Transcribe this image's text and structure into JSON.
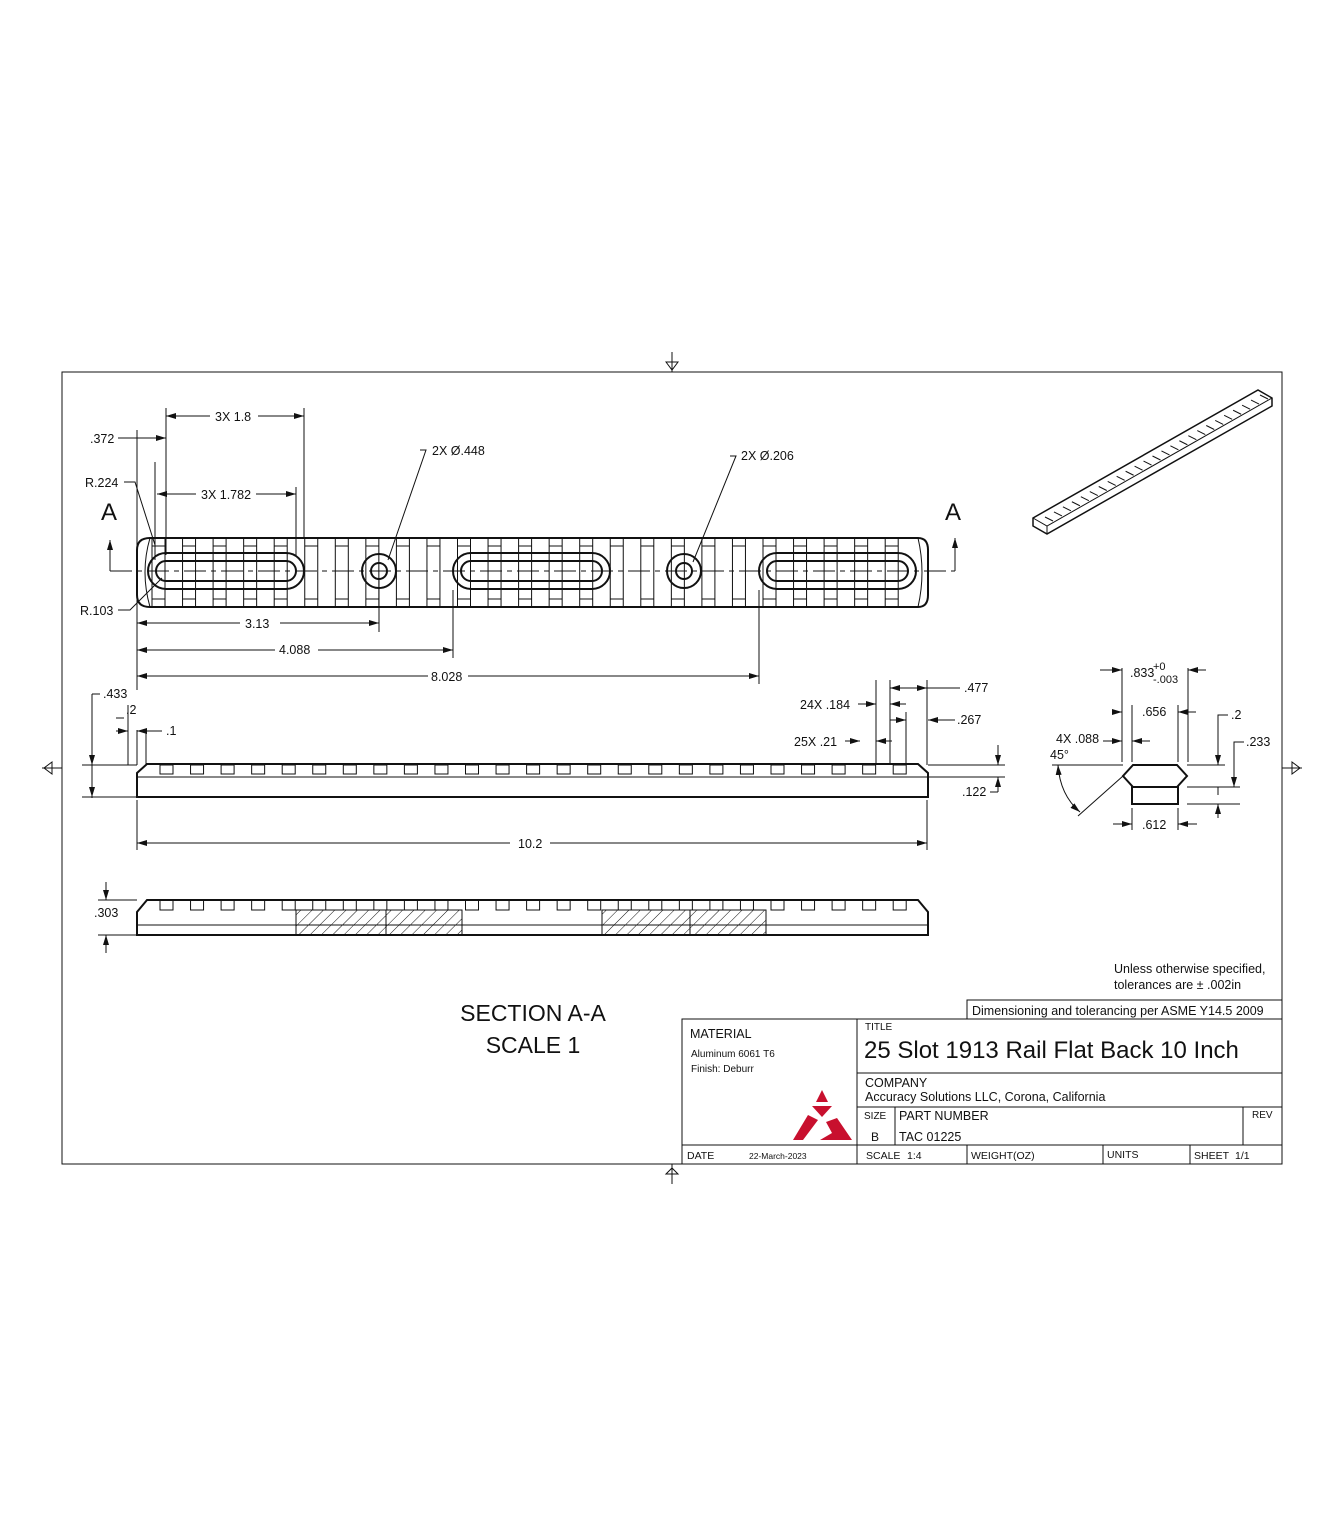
{
  "drawing": {
    "section_markers": {
      "left": "A",
      "right": "A"
    },
    "plan_view": {
      "pitch": "3X 1.8",
      "end_offset": ".372",
      "outer_radius": "R.224",
      "slot_length": "3X 1.782",
      "counterbore": "2X Ø.448",
      "through_hole": "2X Ø.206",
      "inner_radius": "R.103",
      "hole_pos": "3.13",
      "slot2_pos": "4.088",
      "slot3_pos": "8.028"
    },
    "side_view": {
      "height": ".433",
      "tooth_height": ".2",
      "end_chamfer": ".1",
      "tooth_width": "24X .184",
      "end_to_tooth": ".477",
      "end_gap": ".267",
      "slot_width": "25X .21",
      "base": ".122",
      "length": "10.2"
    },
    "section_view": {
      "depth": ".303",
      "title": "SECTION A-A",
      "scale": "SCALE 1"
    },
    "profile_view": {
      "top_width": ".833",
      "tol_plus": "+0",
      "tol_minus": "-.003",
      "flat_width": ".656",
      "chamfer": "4X .088",
      "angle": "45°",
      "upper_height": ".2",
      "total_height": ".233",
      "base_width": ".612"
    }
  },
  "notes": {
    "tolerance_line1": "Unless otherwise specified,",
    "tolerance_line2": "tolerances are ± .002in",
    "standard": "Dimensioning and tolerancing per ASME Y14.5 2009"
  },
  "title_block": {
    "material_label": "MATERIAL",
    "material": "Aluminum 6061 T6",
    "finish": "Finish: Deburr",
    "title_label": "TITLE",
    "title": "25 Slot 1913 Rail Flat Back 10 Inch",
    "company_label": "COMPANY",
    "company": "Accuracy Solutions LLC, Corona, California",
    "size_label": "SIZE",
    "size": "B",
    "part_number_label": "PART NUMBER",
    "part_number": "TAC 01225",
    "rev_label": "REV",
    "date_label": "DATE",
    "date": "22-March-2023",
    "scale_label": "SCALE",
    "scale": "1:4",
    "weight_label": "WEIGHT(OZ)",
    "units_label": "UNITS",
    "sheet_label": "SHEET",
    "sheet": "1/1"
  },
  "colors": {
    "line": "#111111",
    "logo": "#c8102e"
  }
}
